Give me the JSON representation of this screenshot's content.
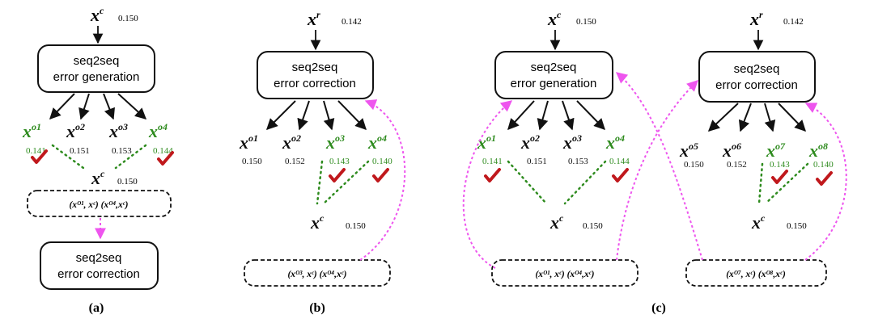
{
  "colors": {
    "green": "#2e8b1e",
    "black": "#111111",
    "magenta": "#ee55ee",
    "check": "#c0181c"
  },
  "panels": {
    "a": {
      "label": "(a)",
      "input": {
        "var": "x",
        "sup": "c",
        "score": "0.150"
      },
      "box_top": {
        "line1": "seq2seq",
        "line2": "error generation"
      },
      "outputs": [
        {
          "var": "x",
          "sup": "o1",
          "score": "0.141",
          "green": true,
          "check": true
        },
        {
          "var": "x",
          "sup": "o2",
          "score": "0.151",
          "green": false,
          "check": false
        },
        {
          "var": "x",
          "sup": "o3",
          "score": "0.153",
          "green": false,
          "check": false
        },
        {
          "var": "x",
          "sup": "o4",
          "score": "0.144",
          "green": true,
          "check": true
        }
      ],
      "center": {
        "var": "x",
        "sup": "c",
        "score": "0.150"
      },
      "pairs": "(xᴼ¹, xᶜ)  (xᴼ⁴,xᶜ)",
      "box_bottom": {
        "line1": "seq2seq",
        "line2": "error correction"
      }
    },
    "b": {
      "label": "(b)",
      "input": {
        "var": "x",
        "sup": "r",
        "score": "0.142"
      },
      "box_top": {
        "line1": "seq2seq",
        "line2": "error correction"
      },
      "outputs": [
        {
          "var": "x",
          "sup": "o1",
          "score": "0.150",
          "green": false,
          "check": false
        },
        {
          "var": "x",
          "sup": "o2",
          "score": "0.152",
          "green": false,
          "check": false
        },
        {
          "var": "x",
          "sup": "o3",
          "score": "0.143",
          "green": true,
          "check": true
        },
        {
          "var": "x",
          "sup": "o4",
          "score": "0.140",
          "green": true,
          "check": true
        }
      ],
      "center": {
        "var": "x",
        "sup": "c",
        "score": "0.150"
      },
      "pairs": "(xᴼ³, xᶜ) (xᴼ⁴,xᶜ)"
    },
    "c_left": {
      "input": {
        "var": "x",
        "sup": "c",
        "score": "0.150"
      },
      "box_top": {
        "line1": "seq2seq",
        "line2": "error generation"
      },
      "outputs": [
        {
          "var": "x",
          "sup": "o1",
          "score": "0.141",
          "green": true,
          "check": true
        },
        {
          "var": "x",
          "sup": "o2",
          "score": "0.151",
          "green": false,
          "check": false
        },
        {
          "var": "x",
          "sup": "o3",
          "score": "0.153",
          "green": false,
          "check": false
        },
        {
          "var": "x",
          "sup": "o4",
          "score": "0.144",
          "green": true,
          "check": true
        }
      ],
      "center": {
        "var": "x",
        "sup": "c",
        "score": "0.150"
      },
      "pairs": "(xᴼ¹, xᶜ)  (xᴼ⁴,xᶜ)"
    },
    "c_right": {
      "input": {
        "var": "x",
        "sup": "r",
        "score": "0.142"
      },
      "box_top": {
        "line1": "seq2seq",
        "line2": "error correction"
      },
      "outputs": [
        {
          "var": "x",
          "sup": "o5",
          "score": "0.150",
          "green": false,
          "check": false
        },
        {
          "var": "x",
          "sup": "o6",
          "score": "0.152",
          "green": false,
          "check": false
        },
        {
          "var": "x",
          "sup": "o7",
          "score": "0.143",
          "green": true,
          "check": true
        },
        {
          "var": "x",
          "sup": "o8",
          "score": "0.140",
          "green": true,
          "check": true
        }
      ],
      "center": {
        "var": "x",
        "sup": "c",
        "score": "0.150"
      },
      "pairs": "(xᴼ⁷, xᶜ)  (xᴼ⁸,xᶜ)"
    },
    "c_label": "(c)"
  }
}
